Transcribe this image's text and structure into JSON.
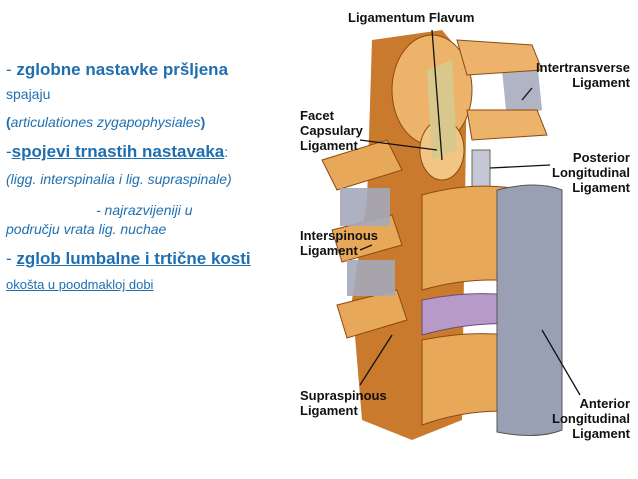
{
  "text": {
    "l1_dash": "- ",
    "l1_bold": "zglobne nastavke pršljena",
    "l1_rest": " spajaju",
    "l2_open": "(",
    "l2_italic": "articulationes zygapophysiales",
    "l2_close": ")",
    "l3_dash": "-",
    "l3_bold": "spojevi trnastih nastavaka",
    "l3_colon": ":",
    "l4": "(ligg. interspinalia i lig. supraspinale)",
    "l5_a": "- najrazvijeniji u",
    "l5_b": "području vrata lig. nuchae",
    "l6_dash": "- ",
    "l6_bold": "zglob lumbalne i trtične kosti",
    "l6_rest": " okošta u poodmakloj dobi"
  },
  "labels": {
    "flavum": "Ligamentum Flavum",
    "intertransverse_1": "Intertransverse",
    "intertransverse_2": "Ligament",
    "facet_1": "Facet",
    "facet_2": "Capsulary",
    "facet_3": "Ligament",
    "posterior_1": "Posterior",
    "posterior_2": "Longitudinal",
    "posterior_3": "Ligament",
    "interspinous_1": "Interspinous",
    "interspinous_2": "Ligament",
    "supraspinous_1": "Supraspinous",
    "supraspinous_2": "Ligament",
    "anterior_1": "Anterior",
    "anterior_2": "Longitudinal",
    "anterior_3": "Ligament"
  },
  "colors": {
    "text_blue": "#1f6fb0",
    "bone": "#e8a85a",
    "bone_dark": "#b86e22",
    "ligament": "#9aa0b4",
    "disc": "#b89ac8"
  }
}
